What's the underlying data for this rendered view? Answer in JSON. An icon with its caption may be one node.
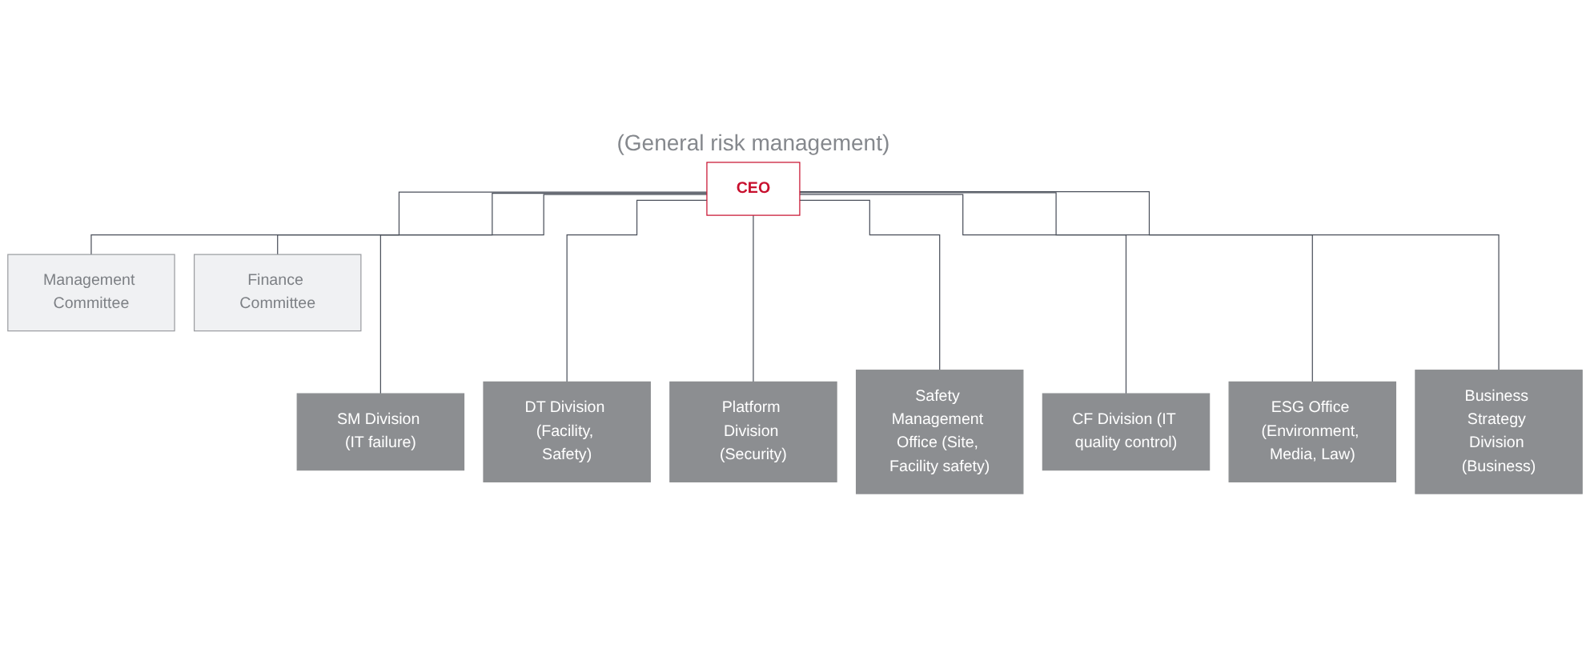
{
  "diagram": {
    "nodes": [
      {
        "text": [
          "CEO"
        ],
        "beside": [
          "(General risk management)"
        ]
      },
      {
        "text": [
          "Management Committee"
        ]
      },
      {
        "text": [
          "Finance Committee"
        ]
      },
      {
        "text": [
          "SM Division (IT failure)"
        ]
      },
      {
        "text": [
          "DT Division (Facility, Safety)"
        ]
      },
      {
        "text": [
          "Platform Division (Security)"
        ]
      },
      {
        "text": [
          "Safety Management Office (Site, Facility safety)"
        ]
      },
      {
        "text": [
          "CF Division (IT quality control)"
        ]
      },
      {
        "text": [
          "ESG Office (Environment, Media, Law)"
        ]
      },
      {
        "text": [
          "Business Strategy Division (Business)"
        ]
      }
    ],
    "edges": [
      {
        "from": 0,
        "to": 1,
        "arrow": "none"
      },
      {
        "from": 0,
        "to": 2,
        "arrow": "none"
      },
      {
        "from": 0,
        "to": 3,
        "arrow": "none"
      },
      {
        "from": 0,
        "to": 4,
        "arrow": "none"
      },
      {
        "from": 0,
        "to": 5,
        "arrow": "none"
      },
      {
        "from": 0,
        "to": 6,
        "arrow": "none"
      },
      {
        "from": 0,
        "to": 7,
        "arrow": "none"
      },
      {
        "from": 0,
        "to": 8,
        "arrow": "none"
      },
      {
        "from": 0,
        "to": 9,
        "arrow": "none"
      }
    ]
  }
}
